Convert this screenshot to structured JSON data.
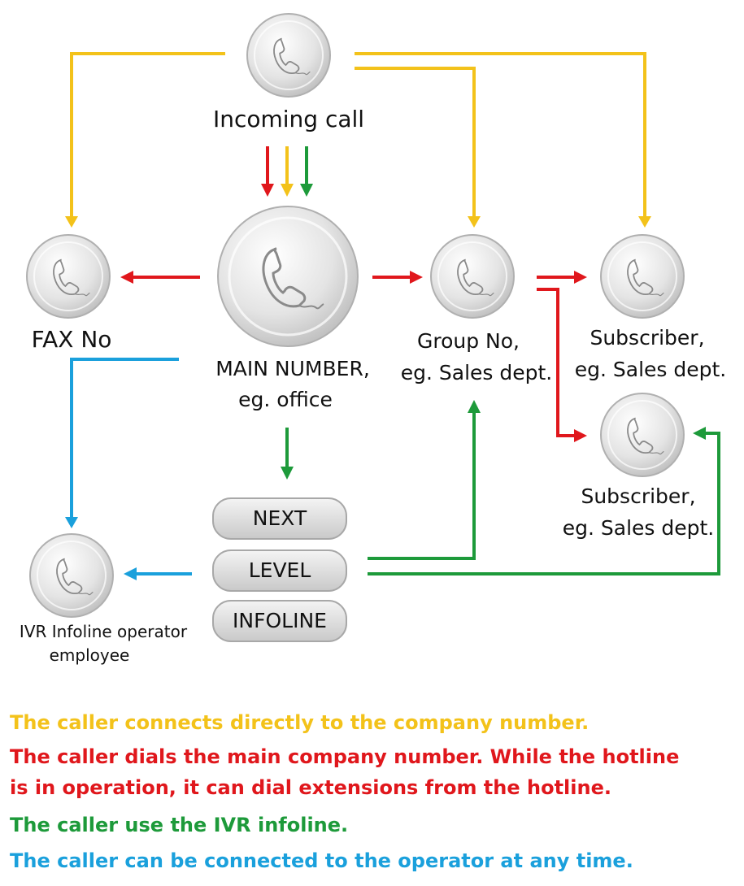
{
  "colors": {
    "yellow": "#f3c21a",
    "red": "#e0171c",
    "green": "#1d9a3a",
    "blue": "#1aa0dc",
    "phone_fill": "#d9d9d9",
    "button_fill": "#d6d6d6"
  },
  "nodes": {
    "incoming_call": "Incoming call",
    "fax_no": "FAX No",
    "main_number_line1": "MAIN NUMBER,",
    "main_number_line2": "eg. office",
    "group_no_line1": "Group No,",
    "group_no_line2": "eg. Sales dept.",
    "subscriber1_line1": "Subscriber,",
    "subscriber1_line2": "eg. Sales dept.",
    "subscriber2_line1": "Subscriber,",
    "subscriber2_line2": "eg. Sales dept.",
    "ivr_operator_line1": "IVR Infoline operator",
    "ivr_operator_line2": "employee"
  },
  "buttons": {
    "next": "NEXT",
    "level": "LEVEL",
    "infoline": "INFOLINE"
  },
  "icons": {
    "phone": "phone-handset-icon"
  },
  "legend": {
    "yellow": "The caller connects directly to the company number.",
    "red_line1": "The caller dials the main company number. While the hotline",
    "red_line2": "is in operation, it can dial extensions from the hotline.",
    "green": "The caller use the IVR infoline.",
    "blue": "The caller can be connected to the operator at any time."
  }
}
